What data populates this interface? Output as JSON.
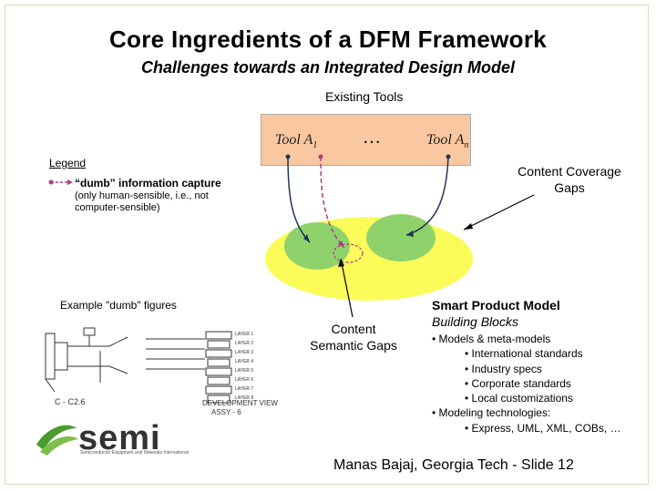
{
  "header": {
    "title": "Core Ingredients of a DFM Framework",
    "subtitle": "Challenges towards an Integrated Design Model"
  },
  "tools": {
    "heading": "Existing Tools",
    "tool1": "Tool A1",
    "ellipsis": "…",
    "tooln": "Tool An"
  },
  "legend": {
    "heading": "Legend",
    "label": "“dumb” information capture",
    "description": "(only human-sensible, i.e., not computer-sensible)"
  },
  "labels": {
    "coverage_gaps": "Content Coverage Gaps",
    "example_figures": "Example \"dumb\" figures",
    "semantic_gaps": "Content Semantic Gaps"
  },
  "model": {
    "title": "Smart Product Model",
    "subtitle": "Building Blocks",
    "items": [
      {
        "text": "• Models & meta-models",
        "level": 1
      },
      {
        "text": "• International standards",
        "level": 2
      },
      {
        "text": "• Industry specs",
        "level": 2
      },
      {
        "text": "• Corporate standards",
        "level": 2
      },
      {
        "text": "• Local customizations",
        "level": 2
      },
      {
        "text": "• Modeling technologies:",
        "level": 1
      },
      {
        "text": "• Express, UML, XML, COBs, …",
        "level": 2
      }
    ]
  },
  "drawing": {
    "lines": [
      "LAYER 1",
      "LAYER 2",
      "LAYER 3",
      "LAYER 4",
      "LAYER 5",
      "LAYER 6",
      "LAYER 7",
      "LAYER 8"
    ],
    "caption1": "DEVELOPMENT VIEW",
    "caption2": "ASSY - 6",
    "formula": "C - C2.6"
  },
  "logo": {
    "word": "semi",
    "tagline": "Semiconductor Equipment and Materials International"
  },
  "footer": {
    "credit": "Manas Bajaj, Georgia Tech - Slide 12"
  },
  "colors": {
    "yellow_ellipse": "#fbfb5a",
    "green_ellipse": "#8fd26b",
    "tool_box": "#f9c7a0",
    "arrow_dark": "#223355",
    "dumb_dashed": "#b03a8a"
  }
}
